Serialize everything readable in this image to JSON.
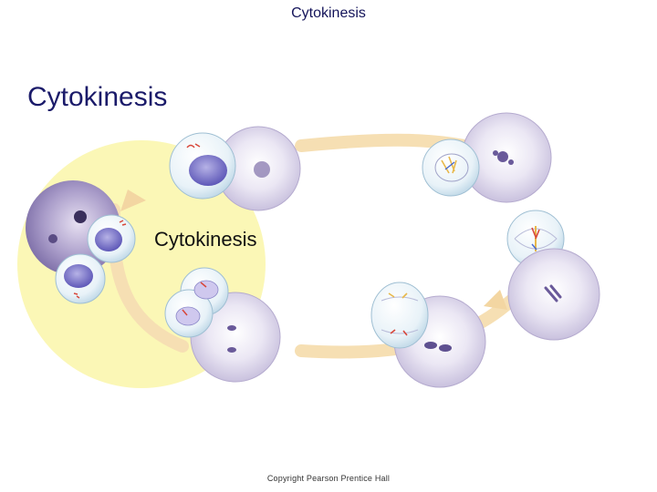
{
  "header": {
    "title": "Cytokinesis"
  },
  "slide": {
    "heading": "Cytokinesis"
  },
  "diagram": {
    "center_label": "Cytokinesis",
    "colors": {
      "interphase_glow": "#fbf7b6",
      "cycle_arrow": "#f6dfb3",
      "cell_stain": "#b8aed3",
      "cell_dark": "#6a5a9a",
      "chromosome_red": "#d8473a",
      "chromosome_yellow": "#e8b84a",
      "chromosome_blue": "#4a6ad0"
    }
  },
  "footer": {
    "copyright": "Copyright Pearson Prentice Hall"
  }
}
